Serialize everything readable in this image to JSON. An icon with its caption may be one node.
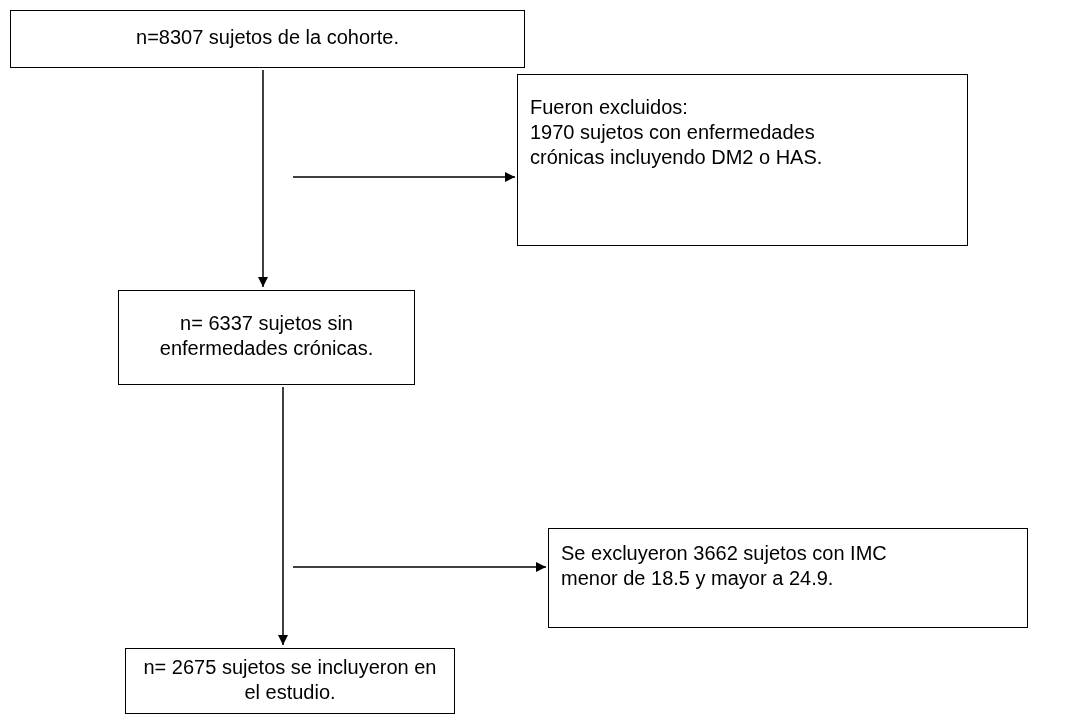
{
  "diagram": {
    "nodes": [
      {
        "text": [
          "n=8307 sujetos de la cohorte."
        ]
      },
      {
        "text": [
          "Fueron excluidos:",
          "1970 sujetos con enfermedades crónicas  incluyendo  DM2 o HAS."
        ]
      },
      {
        "text": [
          "n= 6337 sujetos sin enfermedades crónicas."
        ]
      },
      {
        "text": [
          "Se excluyeron 3662 sujetos con IMC menor de 18.5 y mayor a 24.9."
        ]
      },
      {
        "text": [
          "n= 2675 sujetos se incluyeron en el estudio."
        ]
      }
    ],
    "edges": [
      {
        "from": 0,
        "to": 2,
        "arrow": "to"
      },
      {
        "from": null,
        "to": 1,
        "arrow": "to"
      },
      {
        "from": 2,
        "to": 4,
        "arrow": "to"
      },
      {
        "from": null,
        "to": 3,
        "arrow": "to"
      }
    ]
  }
}
